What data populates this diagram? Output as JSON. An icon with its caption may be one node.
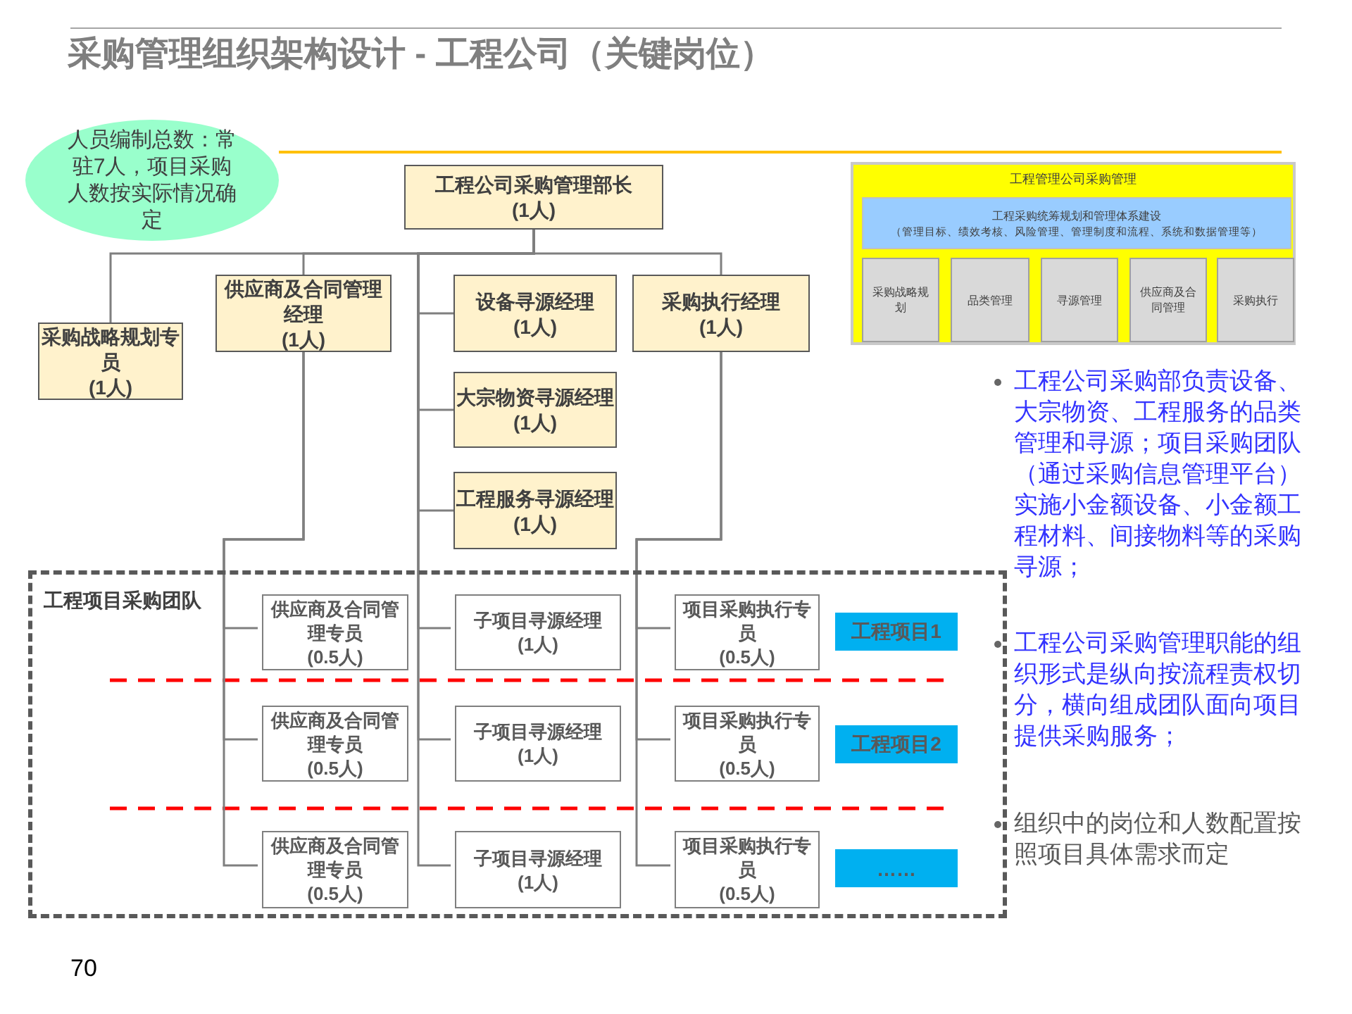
{
  "diagram": {
    "title": "采购管理组织架构设计 - 工程公司（关键岗位）",
    "nodes": [
      {
        "text": [
          "人员编制总数：常驻7人，项目采购人数按实际情况确定"
        ]
      },
      {
        "text": [
          "工程公司采购管理部长",
          "(1人)"
        ]
      },
      {
        "text": [
          "采购战略规划专员",
          "(1人)"
        ]
      },
      {
        "text": [
          "供应商及合同管理经理",
          "(1人)"
        ]
      },
      {
        "text": [
          "设备寻源经理",
          "(1人)"
        ]
      },
      {
        "text": [
          "大宗物资寻源经理",
          "(1人)"
        ]
      },
      {
        "text": [
          "工程服务寻源经理",
          "(1人)"
        ]
      },
      {
        "text": [
          "采购执行经理",
          "(1人)"
        ]
      },
      {
        "text": [
          "工程项目采购团队"
        ]
      },
      {
        "text": [
          "供应商及合同管理专员",
          "(0.5人)"
        ],
        "in": 8
      },
      {
        "text": [
          "子项目寻源经理",
          "(1人)"
        ],
        "in": 8
      },
      {
        "text": [
          "项目采购执行专员",
          "(0.5人)"
        ],
        "in": 8
      },
      {
        "text": [
          "工程项目1"
        ],
        "in": 8
      },
      {
        "text": [
          "供应商及合同管理专员",
          "(0.5人)"
        ],
        "in": 8
      },
      {
        "text": [
          "子项目寻源经理",
          "(1人)"
        ],
        "in": 8
      },
      {
        "text": [
          "项目采购执行专员",
          "(0.5人)"
        ],
        "in": 8
      },
      {
        "text": [
          "工程项目2"
        ],
        "in": 8
      },
      {
        "text": [
          "供应商及合同管理专员",
          "(0.5人)"
        ],
        "in": 8
      },
      {
        "text": [
          "子项目寻源经理",
          "(1人)"
        ],
        "in": 8
      },
      {
        "text": [
          "项目采购执行专员",
          "(0.5人)"
        ],
        "in": 8
      },
      {
        "text": [
          "……"
        ],
        "in": 8
      },
      {
        "text": [
          "工程管理公司采购管理"
        ]
      },
      {
        "text": [
          "工程采购统筹规划和管理体系建设",
          "（管理目标、绩效考核、风险管理、管理制度和流程、系统和数据管理等）"
        ],
        "in": 21
      },
      {
        "text": [
          "采购战略规划"
        ],
        "in": 21
      },
      {
        "text": [
          "品类管理"
        ],
        "in": 21
      },
      {
        "text": [
          "寻源管理"
        ],
        "in": 21
      },
      {
        "text": [
          "供应商及合同管理"
        ],
        "in": 21
      },
      {
        "text": [
          "采购执行"
        ],
        "in": 21
      }
    ],
    "edges": [
      {
        "from": 1,
        "to": 2,
        "arrow": "none"
      },
      {
        "from": 1,
        "to": 3,
        "arrow": "none"
      },
      {
        "from": 1,
        "to": 4,
        "arrow": "none"
      },
      {
        "from": 1,
        "to": 5,
        "arrow": "none"
      },
      {
        "from": 1,
        "to": 6,
        "arrow": "none"
      },
      {
        "from": 1,
        "to": 7,
        "arrow": "none"
      },
      {
        "from": 1,
        "to": 10,
        "arrow": "none"
      },
      {
        "from": 1,
        "to": 14,
        "arrow": "none"
      },
      {
        "from": 1,
        "to": 18,
        "arrow": "none"
      },
      {
        "from": 3,
        "to": 9,
        "arrow": "none"
      },
      {
        "from": 3,
        "to": 13,
        "arrow": "none"
      },
      {
        "from": 3,
        "to": 17,
        "arrow": "none"
      },
      {
        "from": 7,
        "to": 11,
        "arrow": "none"
      },
      {
        "from": 7,
        "to": 15,
        "arrow": "none"
      },
      {
        "from": 7,
        "to": 19,
        "arrow": "none"
      }
    ],
    "labels": [
      "工程公司采购部负责设备、大宗物资、工程服务的品类管理和寻源；项目采购团队（通过采购信息管理平台）实施小金额设备、小金额工程材料、间接物料等的采购寻源；",
      "工程公司采购管理职能的组织形式是纵向按流程责权切分，横向组成团队面向项目提供采购服务；",
      "组织中的岗位和人数配置按照项目具体需求而定",
      "70"
    ]
  }
}
